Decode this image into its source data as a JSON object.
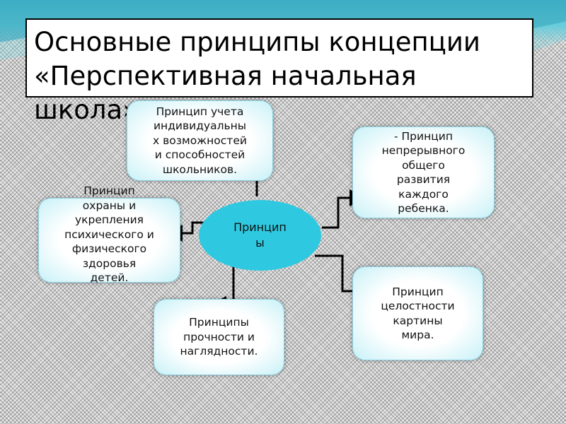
{
  "slide": {
    "title": "Основные принципы концепции «Перспективная начальная школа»"
  },
  "center": {
    "label": "Принцип\nы"
  },
  "nodes": {
    "individual": "Принцип учета\nиндивидуальны\nх возможностей\nи способностей\nшкольников.",
    "continuous": "- Принцип\nнепрерывного\nобщего\nразвития\nкаждого\nребенка.",
    "health": "Принцип\nохраны и\nукрепления\nпсихического и\nфизического\nздоровья\nдетей.",
    "integrity": "Принцип\nцелостности\nкартины\nмира.",
    "strength": "Принципы\nпрочности и\nнаглядности."
  },
  "colors": {
    "band": "#1fa3bf",
    "center": "#2ec9e0",
    "node_edge": "#c7f1f7"
  }
}
